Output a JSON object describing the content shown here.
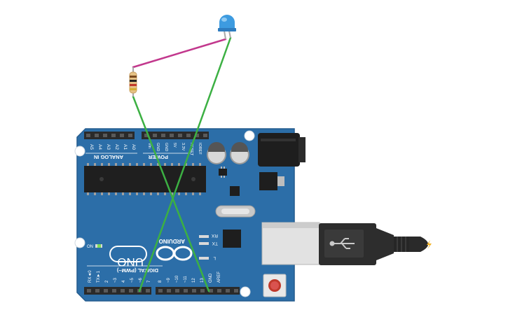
{
  "board": {
    "analog_labels": [
      "A5",
      "A4",
      "A3",
      "A2",
      "A1",
      "A0"
    ],
    "analog_title": "ANALOG IN",
    "power_labels": [
      "Vin",
      "GND",
      "GND",
      "5V",
      "3.3V",
      "RESET",
      "IOREF"
    ],
    "power_title": "POWER",
    "on_label": "ON",
    "tx_label": "TX",
    "rx_label": "RX",
    "l_label": "L",
    "logo_text": "UNO",
    "brand_text": "ARDUINO",
    "digital_title": "DIGITAL (PWM~)",
    "digital_labels": [
      "RX◄0",
      "TX►1",
      "2",
      "~3",
      "4",
      "~5",
      "~6",
      "7",
      "8",
      "~9",
      "~10",
      "~11",
      "12",
      "13",
      "GND",
      "AREF"
    ]
  },
  "colors": {
    "board": "#2c6ea8",
    "wire_green": "#3cb043",
    "wire_pink": "#c2388d",
    "led": "#3d9be0",
    "header": "#2a2a2a",
    "usb_cable": "#2d2d2d"
  }
}
